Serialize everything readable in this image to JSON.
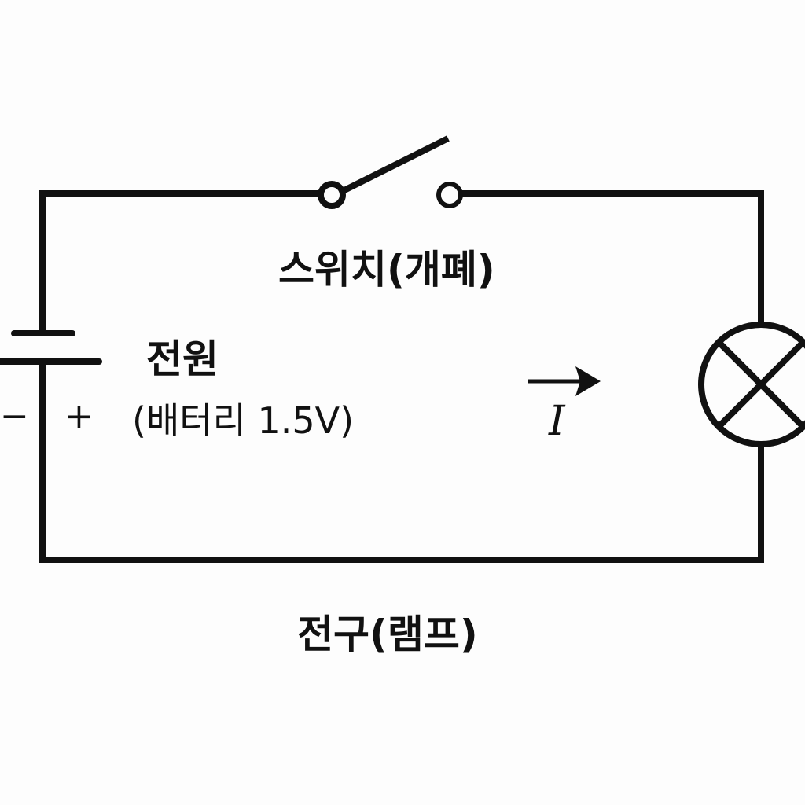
{
  "switch": {
    "label": "스위치(개폐)",
    "state": "open"
  },
  "source": {
    "label": "전원",
    "sublabel": "(배터리 1.5V)",
    "minus_sign": "−",
    "plus_sign": "+"
  },
  "lamp": {
    "label": "전구(램프)"
  },
  "current": {
    "label": "I"
  },
  "colors": {
    "wire": "#111111",
    "background": "#fdfdfd"
  }
}
